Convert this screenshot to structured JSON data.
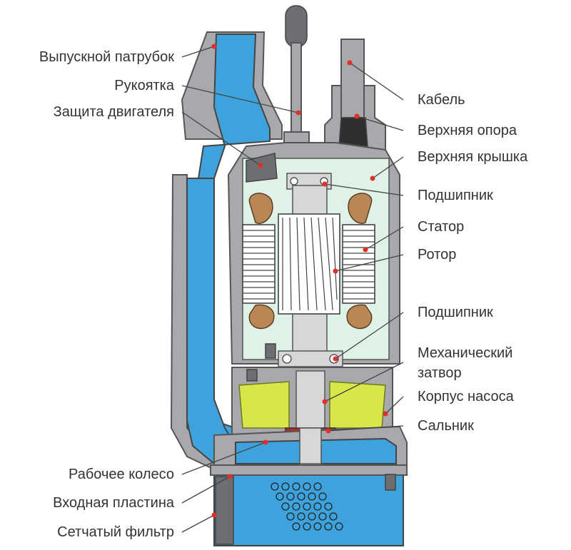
{
  "labels": {
    "outlet": "Выпускной патрубок",
    "handle": "Рукоятка",
    "motor_protection": "Защита двигателя",
    "cable": "Кабель",
    "upper_support": "Верхняя опора",
    "upper_cover": "Верхняя крышка",
    "bearing_top": "Подшипник",
    "stator": "Статор",
    "rotor": "Ротор",
    "bearing_bottom": "Подшипник",
    "mech_seal_line1": "Механический",
    "mech_seal_line2": "затвор",
    "pump_casing": "Корпус насоса",
    "gland": "Сальник",
    "impeller": "Рабочее колесо",
    "inlet_plate": "Входная пластина",
    "strainer": "Сетчатый фильтр"
  },
  "colors": {
    "water": "#3ea3dc",
    "metal": "#a7a9ac",
    "air": "#dff2e8",
    "winding": "#b98756",
    "oil": "#d9e64a",
    "marker": "#e0302a"
  }
}
